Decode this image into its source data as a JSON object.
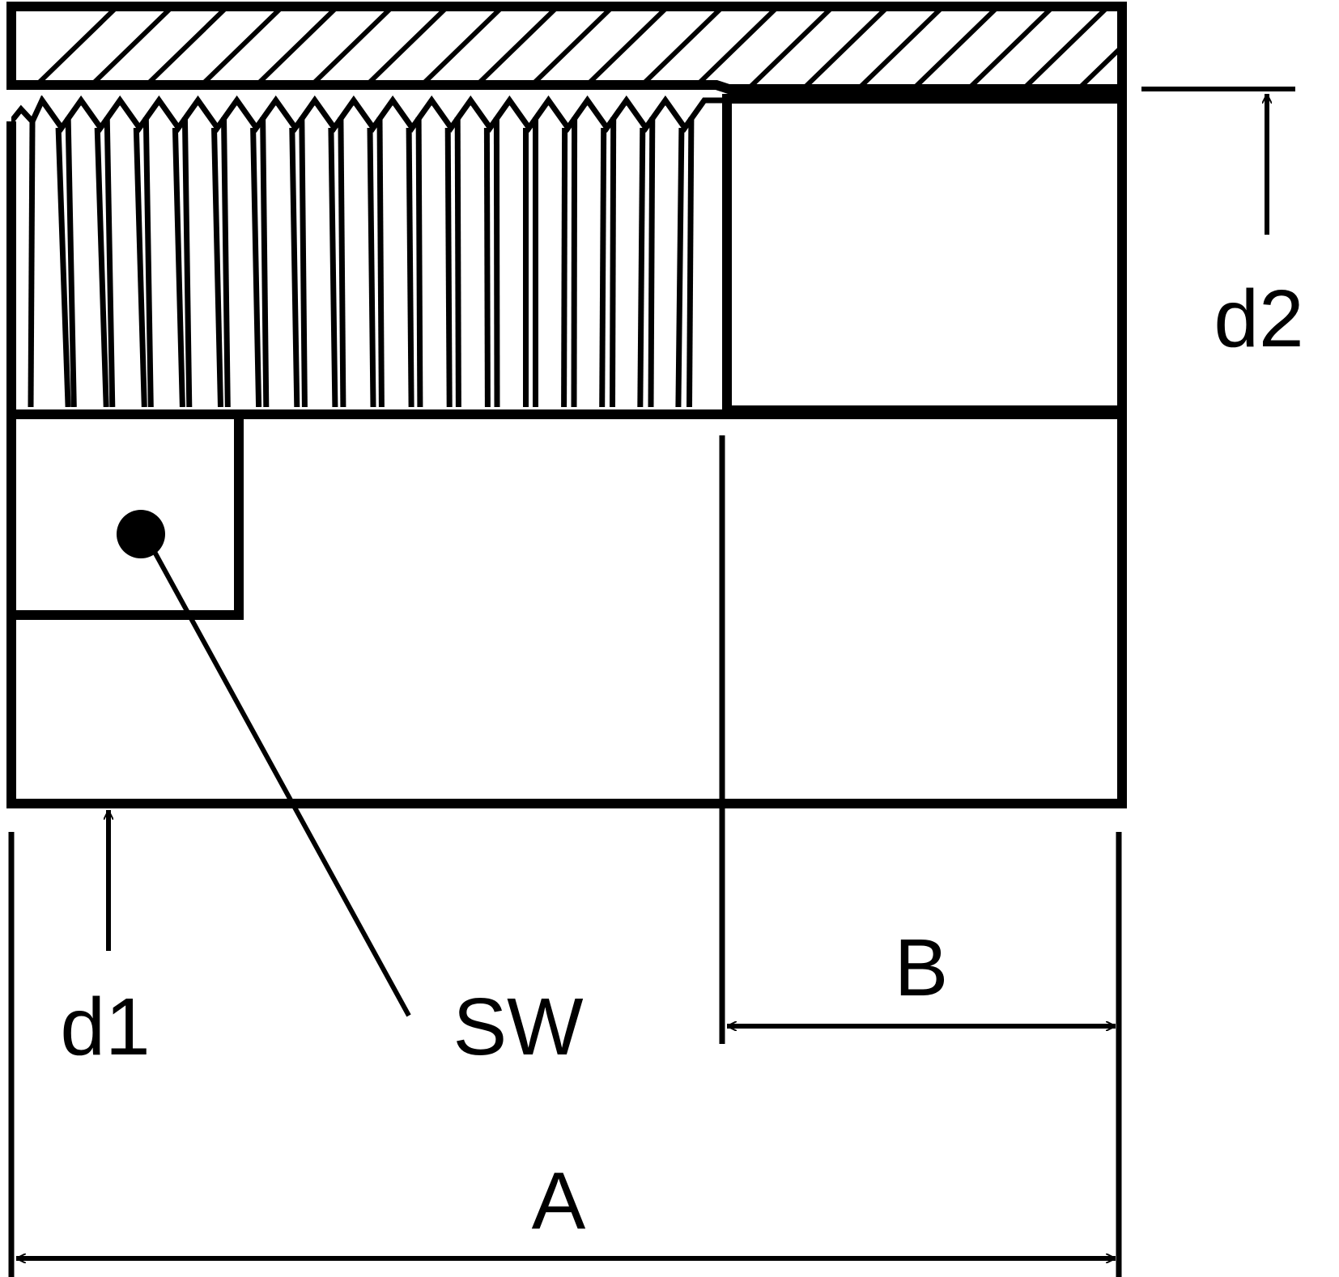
{
  "labels": {
    "d1": "d1",
    "d2": "d2",
    "sw": "SW",
    "a": "A",
    "b": "B"
  },
  "colors": {
    "ink": "#000000",
    "paper": "#ffffff"
  }
}
